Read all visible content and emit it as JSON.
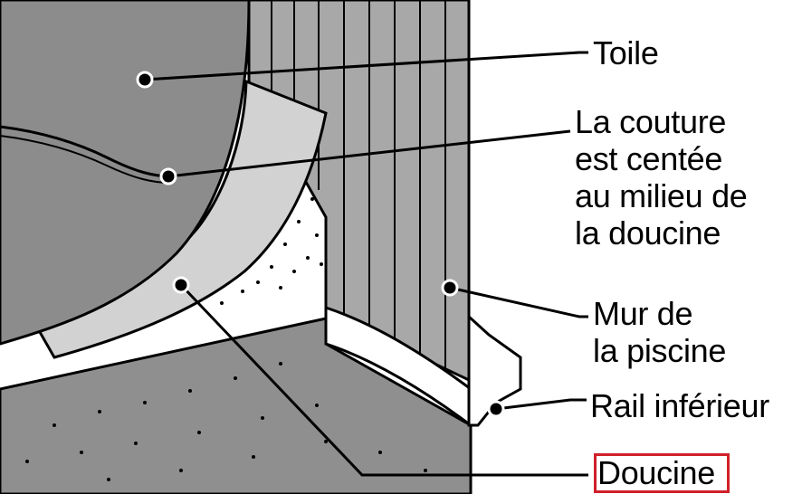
{
  "labels": {
    "toile": "Toile",
    "couture": "La couture\nest centée\nau milieu de\nla doucine",
    "mur": "Mur de\nla piscine",
    "rail": "Rail inférieur",
    "doucine": "Doucine"
  },
  "colors": {
    "liner": "#8c8c8c",
    "wall": "#a8a8a8",
    "cove": "#d2d2d2",
    "ground": "#8f8f8f",
    "outline": "#000000",
    "highlight": "#d0202a"
  }
}
